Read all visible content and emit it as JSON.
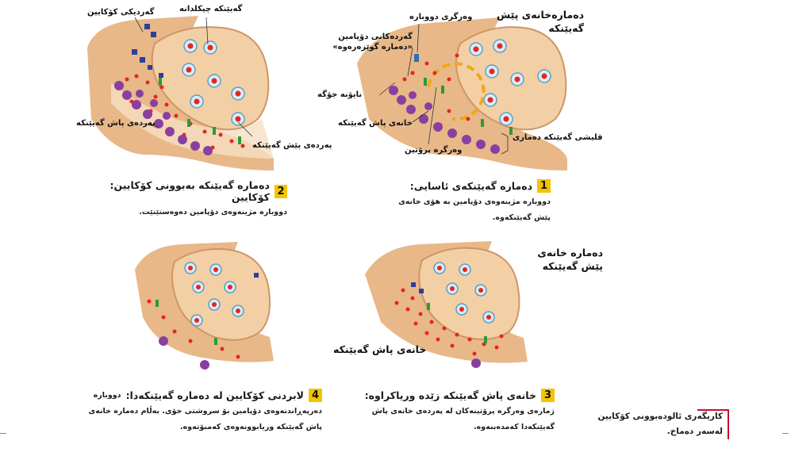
{
  "panel1": {
    "label_presynaptic": "دەمارەخانەی پێش گەیێنکە",
    "label_reuptake": "وەرگری دووبارە",
    "label_transmitter": "گەردەکانی دۆپامین «دەمارە گوێزەرەوە»",
    "label_ion_channel": "نایۆنە جۆگە",
    "label_postsynaptic": "خانەی پاش گەیێنکە",
    "label_receptor": "وەرگرە پرۆتین",
    "label_cleft": "قلیشی گەیێنکە دەماری",
    "number": "1",
    "title": "دەمارە گەیێنکەی ئاسایی:",
    "body": "دووبارە مژینەوەی دۆپامین بە هۆی خانەی پێش گەیێنکەوە."
  },
  "panel2": {
    "label_vesicle": "گەیێنکە چیکلدانە",
    "label_cocaine": "گەردیکی کۆکایین",
    "label_post_membrane": "پەردەی پاش گەیێنکە",
    "label_pre_membrane": "پەردەی پێش گەیێنکە",
    "number": "2",
    "title": "دەمارە گەیێنکە بەبوونی کۆکایین: کۆکایین",
    "body": "دووبارە مژینەوەی دۆپامین دەوەستێنێت."
  },
  "panel3": {
    "label_presynaptic": "دەمارە خانەی پێش گەیێنکە",
    "label_postsynaptic": "خانەی پاش گەیێنکە",
    "number": "3",
    "title": "خانەی پاش گەیێنکە زێدە وریاکراوە:",
    "body": "ژمارەی وەرگرە پرۆتینەکان لە پەردەی خانەی پاش گەیێنکەدا کەمدەبنەوە."
  },
  "panel4": {
    "number": "4",
    "title": "لابردنی کۆکایین لە دەمارە گەیێنکەدا:",
    "title_tail": "دووبارە",
    "body": "دەرپەڕاندنەوەی دۆپامین بۆ سروشتی خۆی. بەڵام دەمارە خانەی پاش گەیێنکە وریابوونەوەی کەمبۆتەوە."
  },
  "sidebar": {
    "text": "کاریگەری ئالودەبوونی کۆکایین لەسەر دەماخ."
  },
  "colors": {
    "cell": "#e8b889",
    "cell_shadow": "#cf9566",
    "terminal": "#f3cfa5",
    "dopamine": "#e8251f",
    "receptor": "#2d9a3a",
    "transporter": "#2f6fb3",
    "cocaine": "#2b3f9e",
    "postcell": "#8a3fa0",
    "cycle": "#f0a818",
    "accent_number": "#f2c500",
    "sidebar_rule": "#c8102e"
  }
}
